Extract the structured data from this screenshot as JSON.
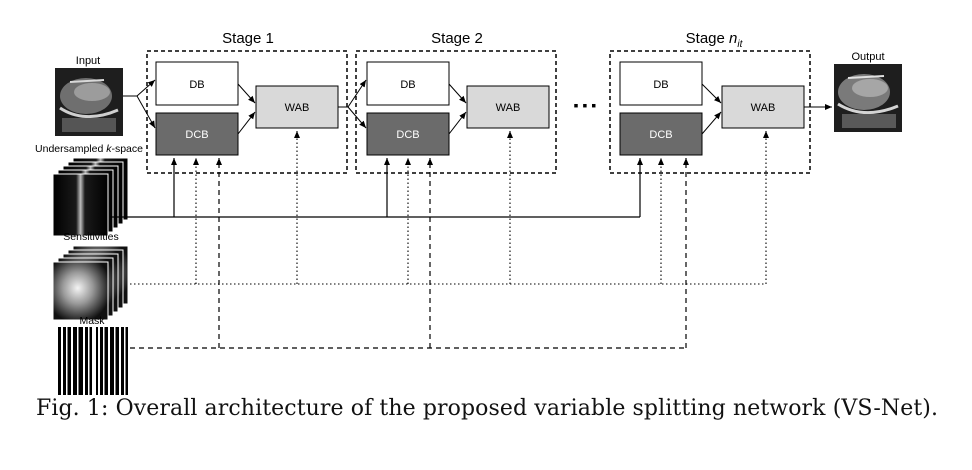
{
  "inputs": {
    "input_label": "Input",
    "kspace_label_prefix": "Undersampled ",
    "kspace_label_italic": "k",
    "kspace_label_suffix": "-space",
    "sensitivities_label": "Sensitivities",
    "mask_label": "Mask"
  },
  "stages": [
    {
      "title": "Stage 1",
      "db": "DB",
      "dcb": "DCB",
      "wab": "WAB"
    },
    {
      "title": "Stage 2",
      "db": "DB",
      "dcb": "DCB",
      "wab": "WAB"
    },
    {
      "title_prefix": "Stage ",
      "title_italic": "n",
      "title_sub": "it",
      "db": "DB",
      "dcb": "DCB",
      "wab": "WAB"
    }
  ],
  "ellipsis": "▪ ▪ ▪",
  "output_label": "Output",
  "caption": "Fig. 1: Overall architecture of the proposed variable splitting network (VS-Net).",
  "colors": {
    "db_fill": "#ffffff",
    "dcb_fill": "#6b6b6b",
    "wab_fill": "#d9d9d9",
    "line": "#000000"
  }
}
